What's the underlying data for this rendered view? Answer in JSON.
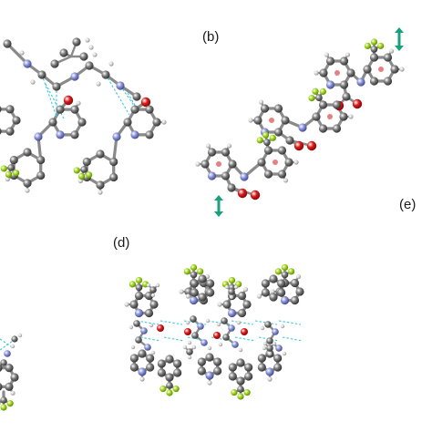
{
  "labels": {
    "b": "(b)",
    "d": "(d)",
    "e": "(e)"
  },
  "colors": {
    "carbon": "#7d7d7d",
    "hydrogen": "#dcdcdc",
    "nitrogen": "#8c95d8",
    "oxygen": "#d81e1e",
    "fluorine": "#a5d81e",
    "hbond": "#3cc8e0",
    "arrow": "#1aa07c",
    "centroid": "#e88080"
  }
}
